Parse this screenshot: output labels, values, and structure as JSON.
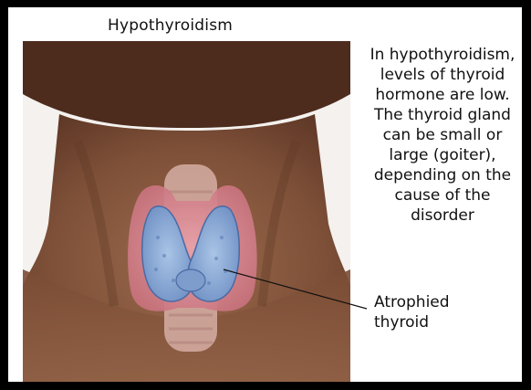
{
  "title": "Hypothyroidism",
  "description_lines": [
    "In hypothyroidism,",
    "levels of thyroid",
    "hormone are low.",
    "The thyroid gland",
    "can be small or",
    "large (goiter),",
    "depending on the",
    "cause of the",
    "disorder"
  ],
  "callout_lines": [
    "Atrophied",
    "thyroid"
  ],
  "colors": {
    "frame": "#000000",
    "background": "#ffffff",
    "skin": "#8a5a40",
    "thyroid": "#8eaed8",
    "tissue": "#d98a94",
    "trachea": "#d8b0a6"
  }
}
